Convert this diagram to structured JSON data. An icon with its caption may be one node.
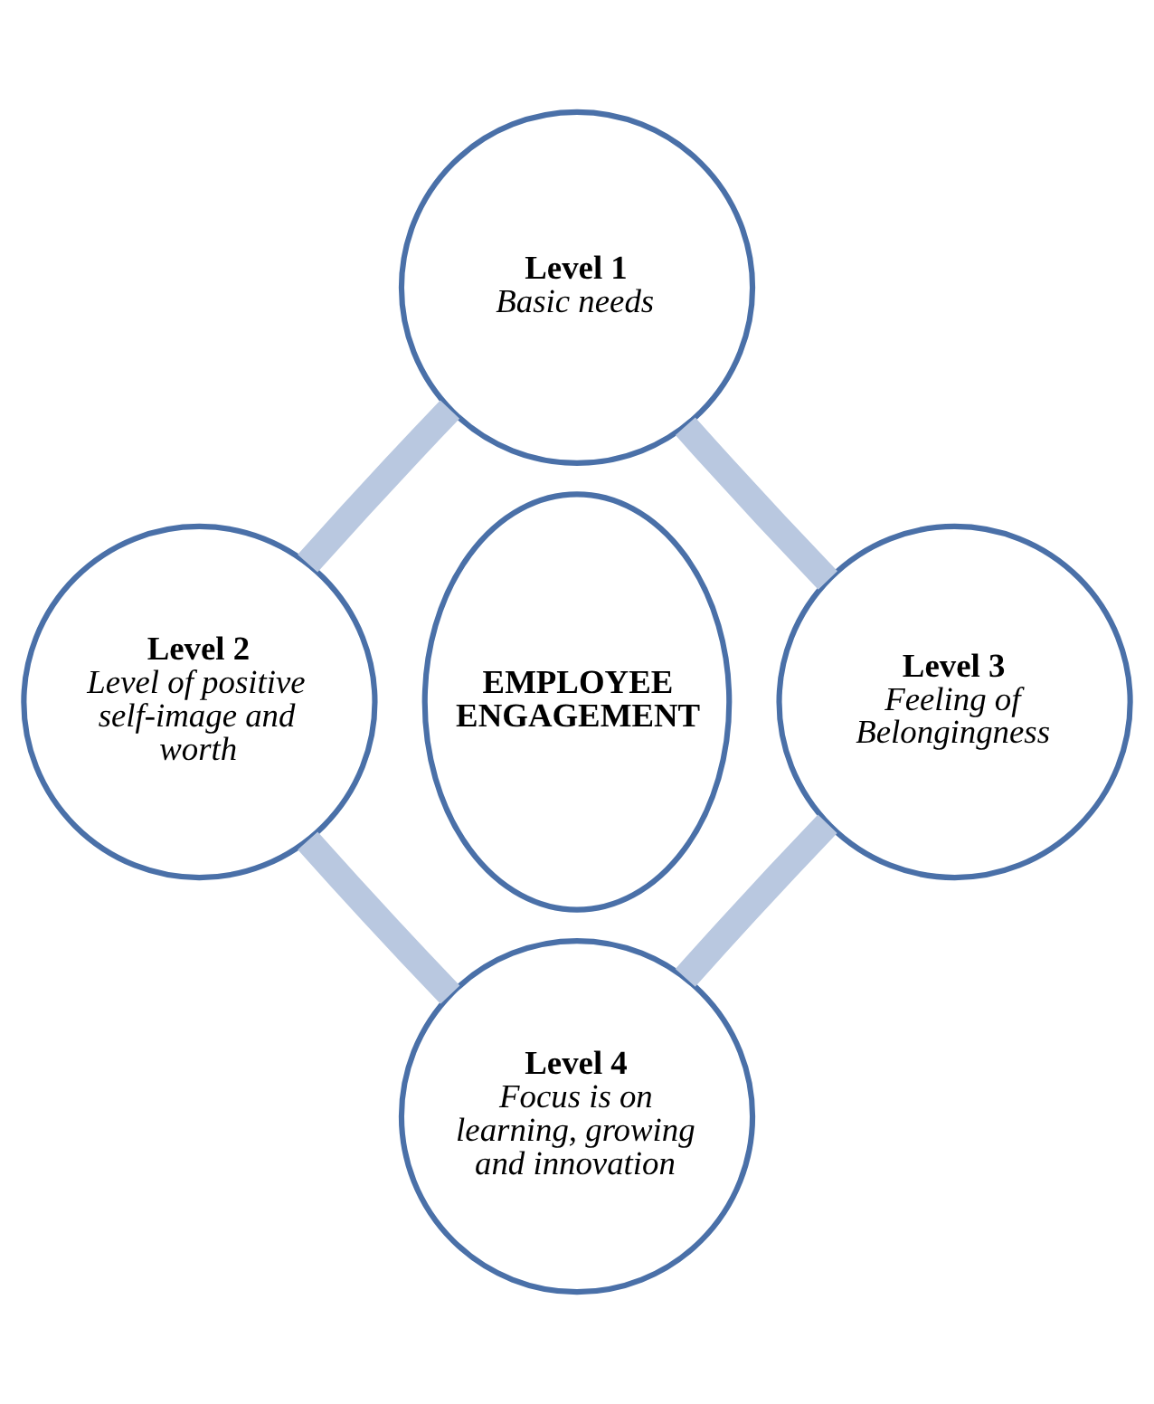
{
  "diagram": {
    "nodes": [
      {
        "text": [
          "Level 1",
          "Basic needs"
        ]
      },
      {
        "text": [
          "Level 2",
          "Level of positive self-image and worth"
        ]
      },
      {
        "text": [
          "EMPLOYEE ENGAGEMENT"
        ]
      },
      {
        "text": [
          "Level 3",
          "Feeling of Belongingness"
        ]
      },
      {
        "text": [
          "Level 4",
          "Focus is on learning, growing and innovation"
        ]
      }
    ],
    "edges": [
      {
        "from": 0,
        "to": 1,
        "arrow": "none"
      },
      {
        "from": 0,
        "to": 3,
        "arrow": "none"
      },
      {
        "from": 1,
        "to": 4,
        "arrow": "none"
      },
      {
        "from": 3,
        "to": 4,
        "arrow": "none"
      }
    ]
  }
}
